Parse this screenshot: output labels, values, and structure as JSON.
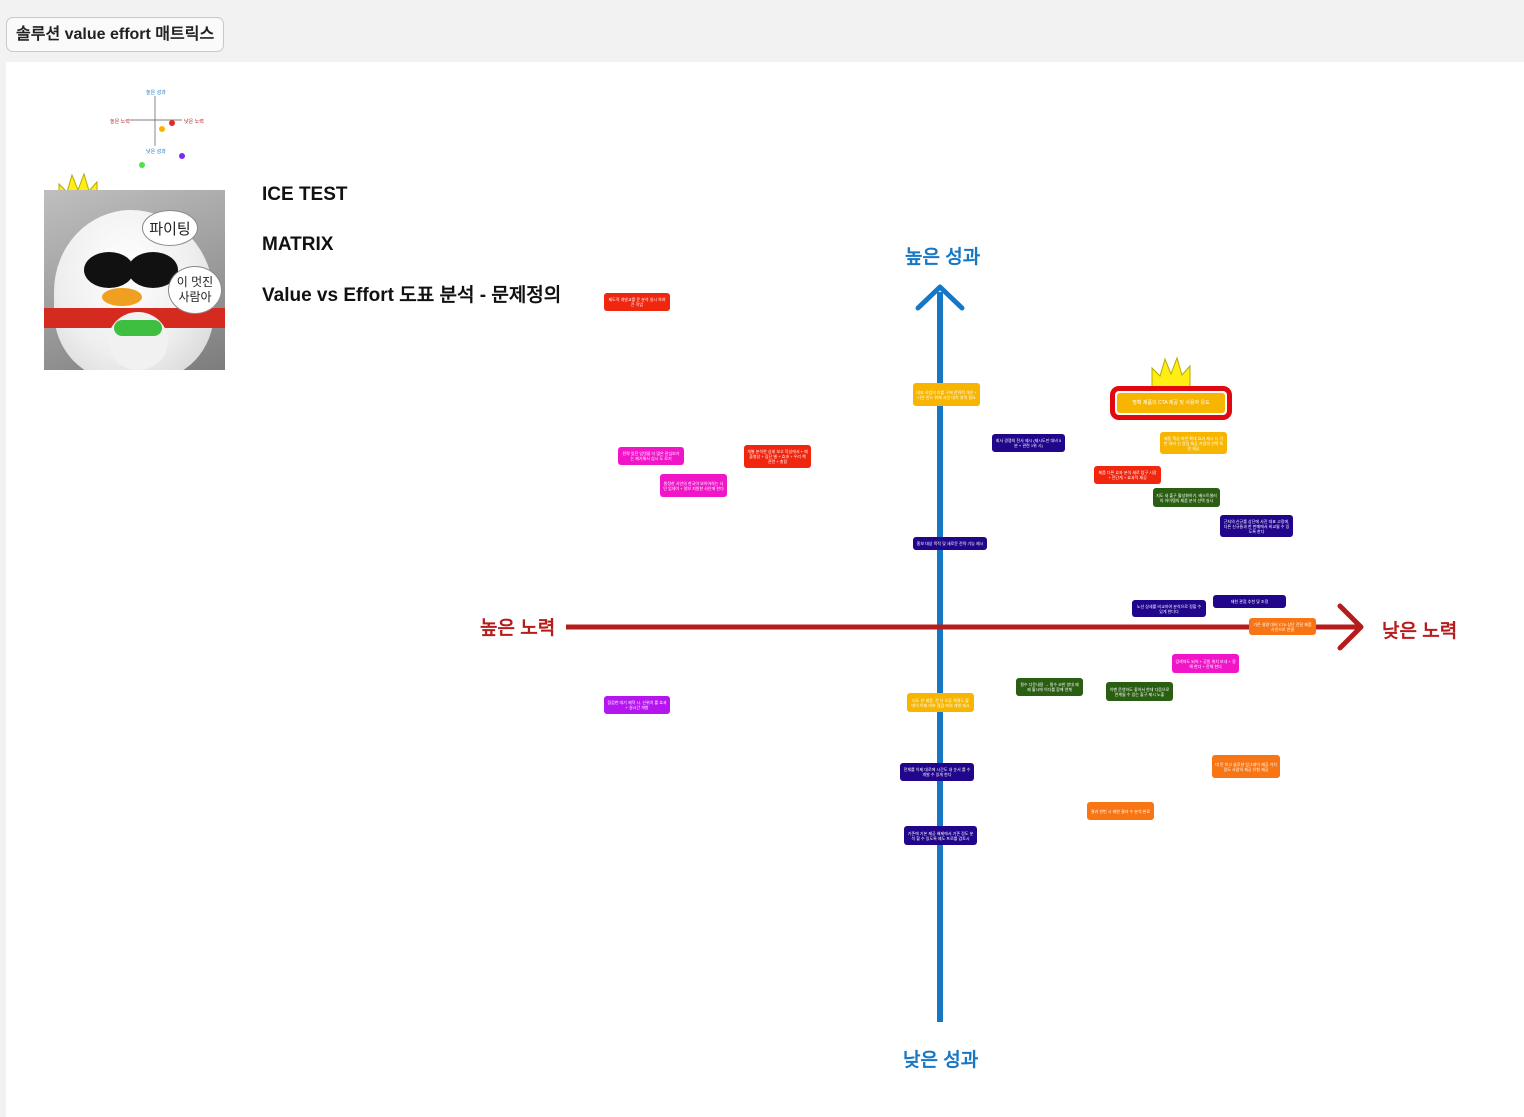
{
  "board_title": "솔루션 value effort 매트릭스",
  "legend": {
    "top": "높은 성과",
    "bottom": "낮은 성과",
    "left": "높은 노력",
    "right": "낮은 노력"
  },
  "photo": {
    "bubble_1": "파이팅",
    "bubble_2_line1": "이 멋진",
    "bubble_2_line2": "사람아"
  },
  "headings": {
    "h1": "ICE TEST",
    "h2": "MATRIX",
    "h3": "Value vs Effort 도표 분석 - 문제정의"
  },
  "axes": {
    "top": "높은 성과",
    "bottom": "낮은 성과",
    "left": "높은 노력",
    "right": "낮은 노력"
  },
  "colors": {
    "vertical_axis": "#1677c4",
    "horizontal_axis": "#b71c1c",
    "note_red": "#f0260f",
    "note_pink": "#f016c8",
    "note_purple": "#b516f0",
    "note_yellow": "#f7b500",
    "note_navy": "#21068c",
    "note_green": "#2a5e12",
    "note_orange": "#f77514",
    "highlight": "#e1080e"
  },
  "notes": [
    {
      "id": "n1",
      "color": "note_red",
      "text": "제도적 개발교를 문 분석 실시 하여 큰 작업"
    },
    {
      "id": "n2",
      "color": "note_pink",
      "text": "전략 있던 업뎃을 더 많은 관심보가 는 제기해서 섭시 도 로기"
    },
    {
      "id": "n3",
      "color": "note_red",
      "text": "개별 분석한 상세 보고 작성에서 + 매출향상 + 집단 별 + 효과 + 우리 책 관련 + 총합"
    },
    {
      "id": "n4",
      "color": "note_pink",
      "text": "원정한 사인의 한국어 보이어하는 사인 업데이 + 정보 지원한 사인에 한다"
    },
    {
      "id": "n5",
      "color": "note_yellow",
      "text": "대표 사업의 흐를 구에 전략적 개선 + 다른 만드 위해 사인 대치 영역 필요"
    },
    {
      "id": "n6",
      "color": "note_navy",
      "text": "홍보 대상 목적 및 새로운 전략 기능 제시"
    },
    {
      "id": "n7",
      "color": "note_navy",
      "text": "회사 경쟁의 전사 제시 (제시도만 대비 5분 + 관련 1위 시)"
    },
    {
      "id": "n8",
      "color": "note_yellow",
      "text": "명확 제품의 CTA 제공 및 사용자 유도"
    },
    {
      "id": "n9",
      "color": "note_yellow",
      "text": "제품 핵심 측면 확대 효과 제시 더 기반 대비 신 영업 제공 기업의 선택 특면 제공"
    },
    {
      "id": "n10",
      "color": "note_red",
      "text": "제품 다른 효과 분석 새로 탐구 시장 + 전단계 + 효과적 제공"
    },
    {
      "id": "n11",
      "color": "note_green",
      "text": "지도 새 출구 활성화하기, 베스트셀러의 아이템의 제품 분석 선택 실시"
    },
    {
      "id": "n12",
      "color": "note_navy",
      "text": "근처의 신규를 상단에 사진 대표 고정에, 다른 신규들과 한 판매에서 비교될 수 있도록 한다"
    },
    {
      "id": "n13",
      "color": "note_navy",
      "text": "노선 상세를 비교하여 분석으로 정할 수 있게 한다다"
    },
    {
      "id": "n14",
      "color": "note_navy",
      "text": "제한 관점 추천 및 조정"
    },
    {
      "id": "n15",
      "color": "note_orange",
      "text": "기존 설명 대비 CTA 상단 전달 제품 사인으로 연결"
    },
    {
      "id": "n16",
      "color": "note_pink",
      "text": "검색하도 되어 + 공원 위치 보내 + 정해 한다 + 전체 한다"
    },
    {
      "id": "n17",
      "color": "note_green",
      "text": "필수 다운내용 → 필수 코한 방대 제제 활시에 이다를 함께 연계"
    },
    {
      "id": "n18",
      "color": "note_green",
      "text": "이벤 운영하도 좋아서 한데 다음으로 연계될 수 있는 출구 제시 노출"
    },
    {
      "id": "n19",
      "color": "note_purple",
      "text": "점검한 대기 제작 시, 신위치 를 효과 + 실시간 개발"
    },
    {
      "id": "n20",
      "color": "note_yellow",
      "text": "다도 한 제품, 전 더 오류 해결도 할 데이 이제 비보 점검 에의 개발 제시"
    },
    {
      "id": "n21",
      "color": "note_navy",
      "text": "전체를 이제 대로에 시간도 내 순서 를 수 개발 수 있게 한다"
    },
    {
      "id": "n22",
      "color": "note_orange",
      "text": "대 된 보고 솔루션 업그레이 제공 가치 정도 사람의 제공 유형 제공"
    },
    {
      "id": "n23",
      "color": "note_orange",
      "text": "결과 한번 시 제한 결과 수 분석 완료"
    },
    {
      "id": "n24",
      "color": "note_navy",
      "text": "기존에 기본 제공 배제에서 기존 정도 분석 할 수 있도록 제도 프로를 검토시"
    }
  ]
}
